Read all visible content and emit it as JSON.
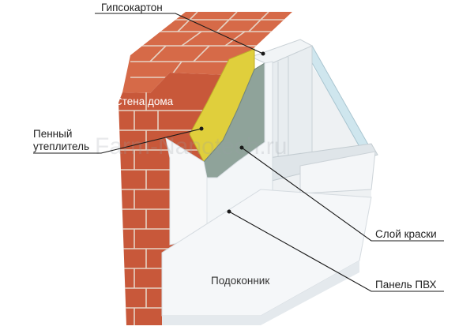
{
  "labels": {
    "drywall": "Гипсокартон",
    "house_wall": "Стена дома",
    "foam_insulation_line1": "Пенный",
    "foam_insulation_line2": "утеплитель",
    "paint_layer": "Слой краски",
    "sill": "Подоконник",
    "pvc_panel": "Панель ПВХ"
  },
  "watermark": "Farm-Nanotech.ru",
  "colors": {
    "brick": "#c8583a",
    "brick_top": "#d66a48",
    "mortar": "#e6d2c4",
    "drywall": "#8fa39a",
    "insulation": "#e0cf3c",
    "pvc": "#f3f6f8",
    "frame": "#e8edf0",
    "glass": "#cfe6ee",
    "leader": "#1a1a1a"
  }
}
